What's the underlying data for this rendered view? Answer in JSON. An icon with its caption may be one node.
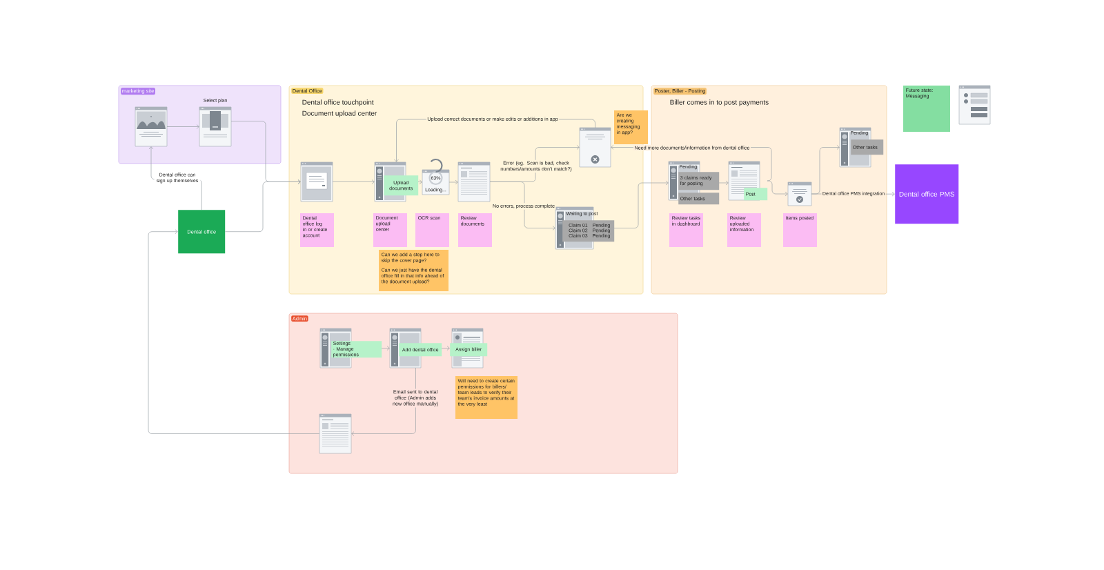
{
  "diagram": {
    "nodes": [
      {
        "text": [
          "marketing site"
        ]
      },
      {
        "text": [
          "Dental Office",
          "Dental office touchpoint",
          "Document upload center"
        ]
      },
      {
        "text": [
          "Poster, Biller - Posting",
          "Biller comes in to post payments"
        ]
      },
      {
        "text": [
          "Admin"
        ]
      },
      {
        "text": [],
        "shape": "picture",
        "in": 0
      },
      {
        "text": [
          "Select plan"
        ],
        "in": 0
      },
      {
        "text": [
          "Dental office"
        ]
      },
      {
        "text": [],
        "shape": "picture",
        "in": 1
      },
      {
        "text": [
          "Upload documents"
        ],
        "in": 1
      },
      {
        "text": [
          "63%",
          "Loading..."
        ],
        "in": 1
      },
      {
        "text": [],
        "shape": "picture",
        "in": 1
      },
      {
        "text": [],
        "shape": "picture",
        "in": 1
      },
      {
        "text": [
          "Waiting to post",
          "Claim 01",
          "Pending",
          "Claim 02",
          "Pending",
          "Claim 03",
          "Pending"
        ],
        "in": 1
      },
      {
        "text": [
          "Dental office log in or create account"
        ],
        "in": 1
      },
      {
        "text": [
          "Document upload center"
        ],
        "in": 1
      },
      {
        "text": [
          "Can we add a step here to skip the cover page?",
          "Can we just have the dental office fill in that info ahead of the document upload?"
        ],
        "in": 1
      },
      {
        "text": [
          "OCR scan"
        ],
        "in": 1
      },
      {
        "text": [
          "Review documents"
        ],
        "in": 1
      },
      {
        "text": [
          "Are we creating messaging in app?"
        ],
        "in": 1
      },
      {
        "text": [
          "Pending",
          "3 claims ready for posting",
          "Other tasks"
        ],
        "in": 2
      },
      {
        "text": [
          "Post"
        ],
        "in": 2
      },
      {
        "text": [],
        "shape": "picture",
        "in": 2
      },
      {
        "text": [
          "Pending",
          "Other tasks"
        ],
        "in": 2
      },
      {
        "text": [
          "Review tasks in dashboard"
        ],
        "in": 2
      },
      {
        "text": [
          "Review uploaded information"
        ],
        "in": 2
      },
      {
        "text": [
          "Items posted"
        ],
        "in": 2
      },
      {
        "text": [
          "Dental office PMS"
        ]
      },
      {
        "text": [
          "Future state: Messaging"
        ]
      },
      {
        "text": [],
        "shape": "picture"
      },
      {
        "text": [
          "Settings",
          "· Manage permissions"
        ],
        "in": 3
      },
      {
        "text": [
          "Add dental office"
        ],
        "in": 3
      },
      {
        "text": [
          "Assign biller"
        ],
        "in": 3
      },
      {
        "text": [
          "Will need to create certain permissions for billers/ team leads to verify their team's invoice amounts at the very least"
        ],
        "in": 3
      },
      {
        "text": [],
        "shape": "picture",
        "in": 3
      }
    ],
    "edges": [
      {
        "from": 4,
        "to": 5,
        "arrow": "to"
      },
      {
        "from": 6,
        "to": 4,
        "arrow": "to",
        "label": "Dental office can sign up themselves"
      },
      {
        "from": 5,
        "to": 7,
        "arrow": "to"
      },
      {
        "from": 6,
        "to": 7,
        "arrow": "to"
      },
      {
        "from": 7,
        "to": 8,
        "arrow": "to"
      },
      {
        "from": 8,
        "to": 9,
        "arrow": "to"
      },
      {
        "from": 9,
        "to": 10,
        "arrow": "to"
      },
      {
        "from": 10,
        "to": 11,
        "arrow": "to",
        "label": "Error (eg. Scan is bad, check numbers/amounts don't match?)"
      },
      {
        "from": 10,
        "to": 12,
        "arrow": "to",
        "label": "No errors, process complete"
      },
      {
        "from": 11,
        "to": 8,
        "arrow": "to",
        "label": "Upload correct documents or make edits or additions in app"
      },
      {
        "from": 20,
        "to": 11,
        "arrow": "to",
        "label": "Need more documents/information from dental office"
      },
      {
        "from": 12,
        "to": 19,
        "arrow": "to"
      },
      {
        "from": 19,
        "to": 20,
        "arrow": "to"
      },
      {
        "from": 20,
        "to": 21,
        "arrow": "to"
      },
      {
        "from": 21,
        "to": 22,
        "arrow": "to"
      },
      {
        "from": 21,
        "to": 26,
        "arrow": "to",
        "label": "Dental office PMS integration"
      },
      {
        "from": 29,
        "to": 30,
        "arrow": "to"
      },
      {
        "from": 30,
        "to": 31,
        "arrow": "to"
      },
      {
        "from": 30,
        "to": 33,
        "arrow": "to",
        "label": "Email sent to dental office (Admin adds new office manually)"
      },
      {
        "from": 33,
        "to": 6,
        "arrow": "to"
      }
    ]
  }
}
